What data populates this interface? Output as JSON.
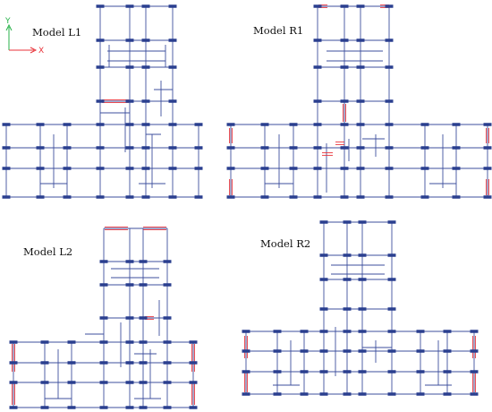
{
  "models": [
    {
      "key": "l1",
      "label": "Model L1"
    },
    {
      "key": "r1",
      "label": "Model R1"
    },
    {
      "key": "l2",
      "label": "Model L2"
    },
    {
      "key": "r2",
      "label": "Model R2"
    }
  ],
  "axes": {
    "x_label": "X",
    "y_label": "Y",
    "x_color": "#e8333a",
    "y_color": "#27b24a"
  },
  "colors": {
    "frame": "#3d4f9e",
    "column": "#2a3f8f",
    "wall": "#e8333a"
  }
}
